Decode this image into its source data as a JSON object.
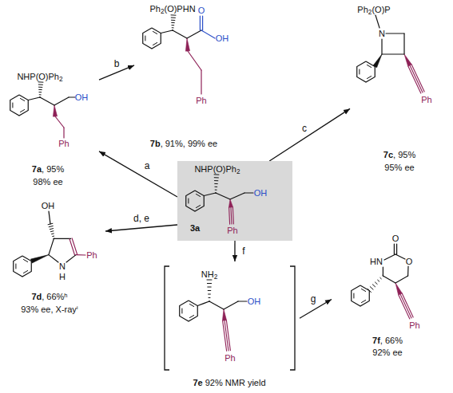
{
  "diagram": {
    "nodes": [
      {
        "text": [
          "NHP(O)Ph2",
          "OH",
          "Ph",
          "3a"
        ]
      },
      {
        "text": [
          "NHP(O)Ph2",
          "OH",
          "Ph",
          "7a, 95%",
          "98% ee"
        ]
      },
      {
        "text": [
          "Ph2(O)PHN",
          "O",
          "OH",
          "Ph",
          "7b, 91%, 99% ee"
        ]
      },
      {
        "text": [
          "Ph2(O)P",
          "N",
          "Ph",
          "7c, 95%",
          "95% ee"
        ]
      },
      {
        "text": [
          "OH",
          "N",
          "H",
          "Ph",
          "7d, 66%ʰ",
          "93% ee, X-rayⁱ"
        ]
      },
      {
        "text": [
          "NH2",
          "OH",
          "Ph",
          "7e 92% NMR yield"
        ]
      },
      {
        "text": [
          "O",
          "HN",
          "O",
          "Ph",
          "7f, 66%",
          "92% ee"
        ]
      }
    ],
    "edges": [
      {
        "from": 0,
        "to": 1,
        "arrow": "to",
        "label": "a"
      },
      {
        "from": 1,
        "to": 2,
        "arrow": "to",
        "label": "b"
      },
      {
        "from": 0,
        "to": 3,
        "arrow": "to",
        "label": "c"
      },
      {
        "from": 0,
        "to": 4,
        "arrow": "to",
        "label": "d, e"
      },
      {
        "from": 0,
        "to": 5,
        "arrow": "to",
        "label": "f"
      },
      {
        "from": 5,
        "to": 6,
        "arrow": "to",
        "label": "g"
      }
    ]
  }
}
